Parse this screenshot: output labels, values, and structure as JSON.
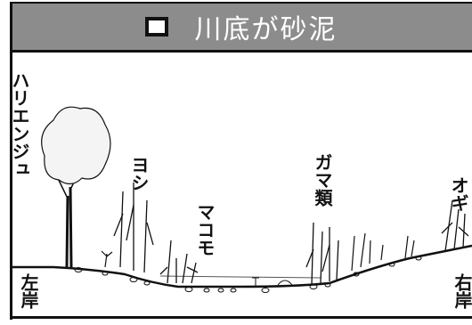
{
  "title": {
    "symbol": "□",
    "text": "川底が砂泥"
  },
  "labels": {
    "black_locust": "ハリエンジュ",
    "reed": "ヨシ",
    "wild_rice": "マコモ",
    "cattail": "ガマ類",
    "silver_grass": "オギ",
    "left_bank": "左岸",
    "right_bank": "右岸"
  }
}
